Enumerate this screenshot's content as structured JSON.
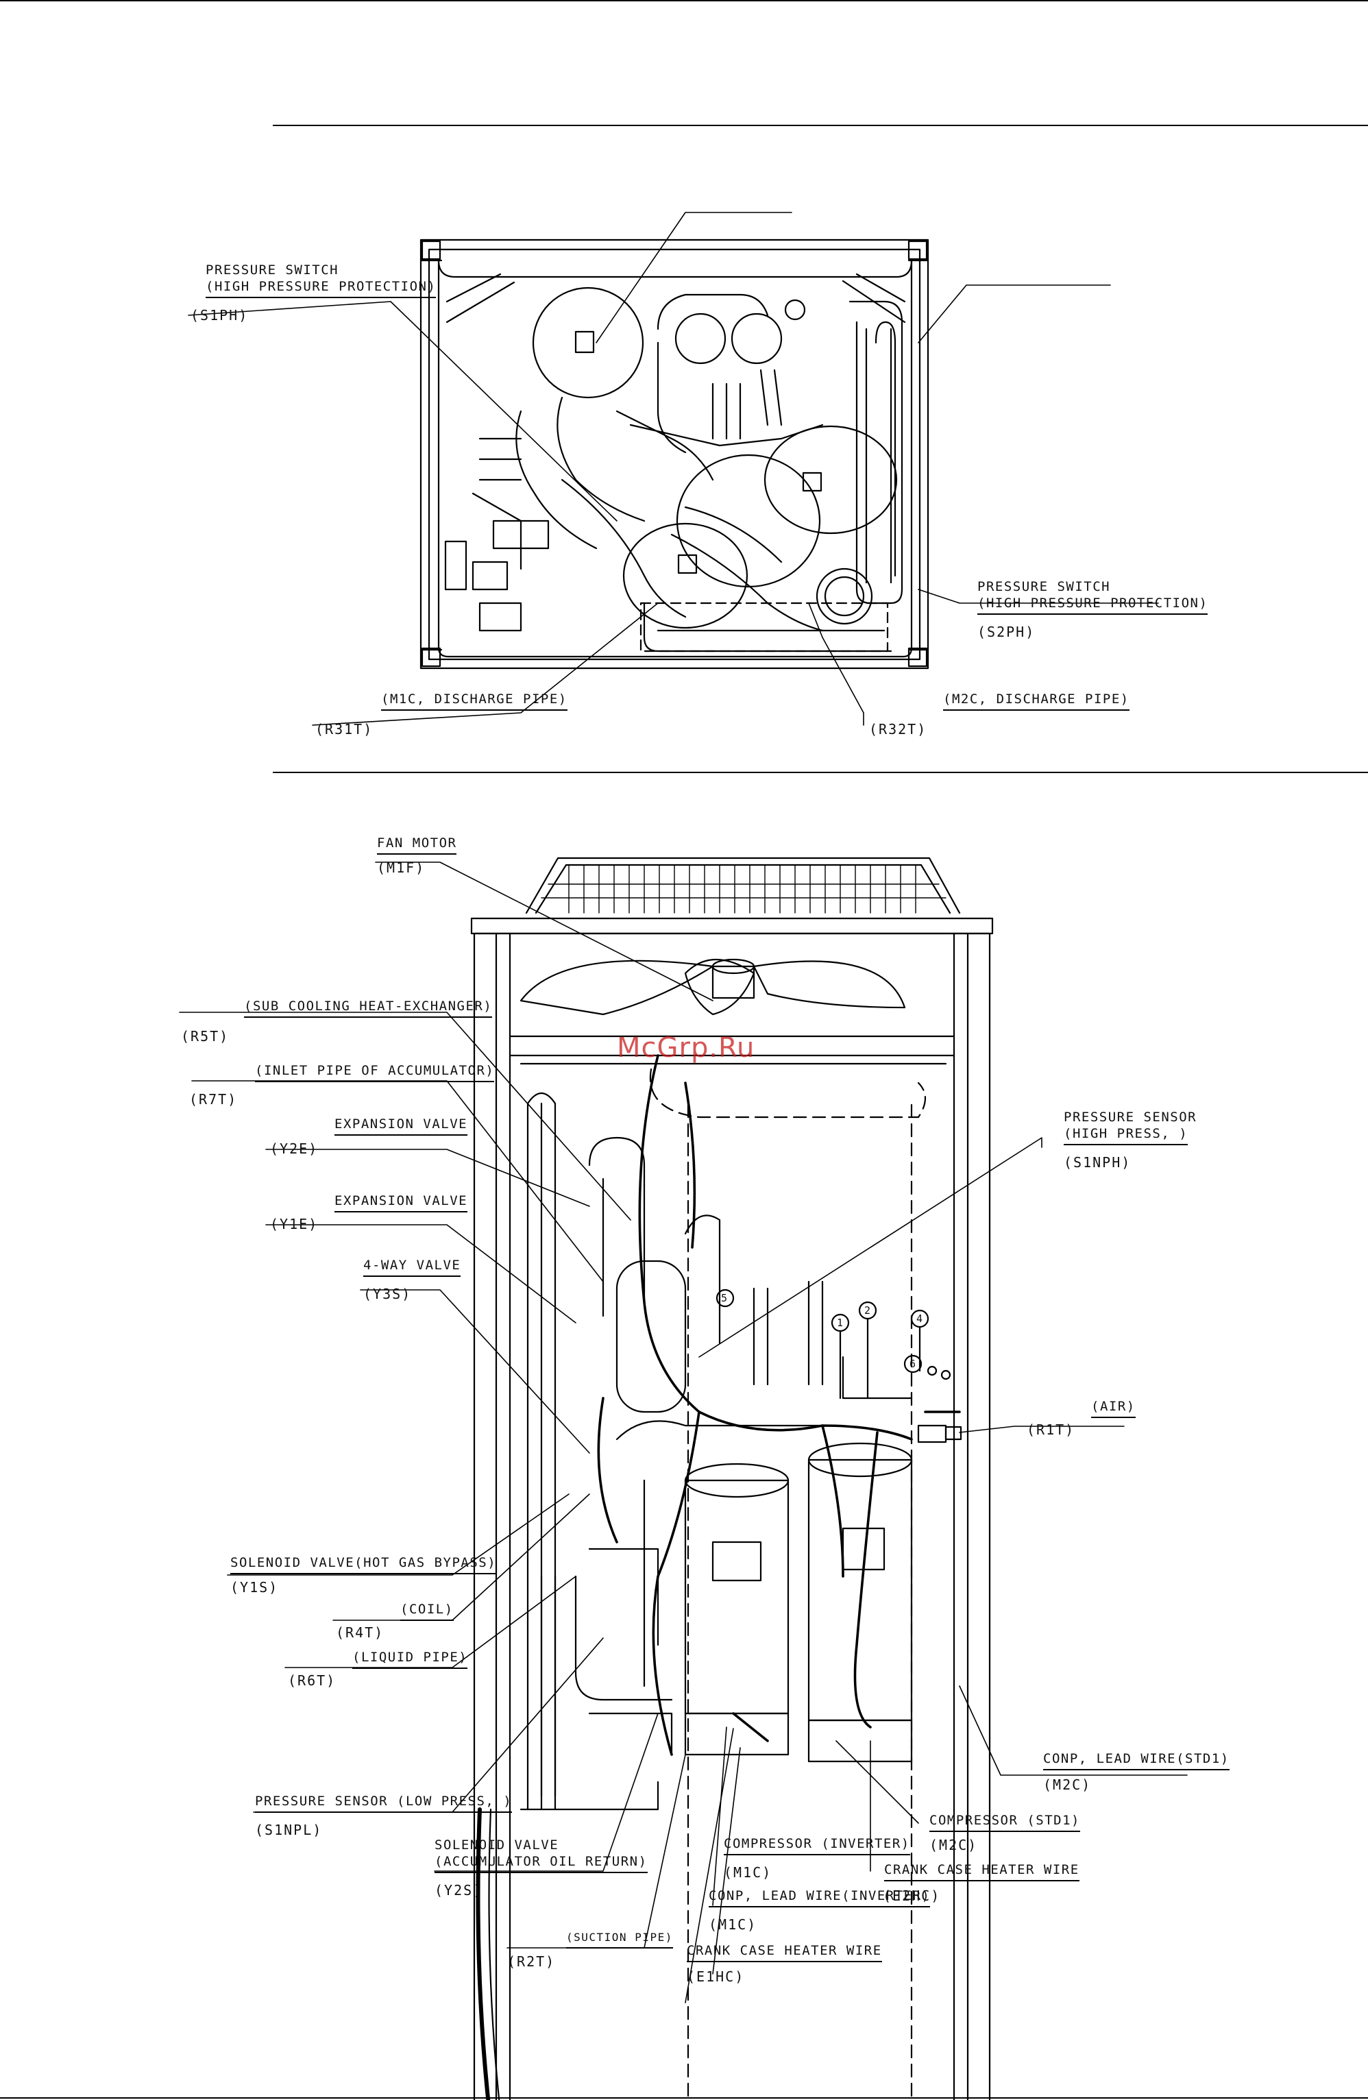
{
  "top_view": {
    "labels": {
      "s1ph_name": "PRESSURE SWITCH",
      "s1ph_desc": "(HIGH PRESSURE PROTECTION)",
      "s1ph_code": "(S1PH)",
      "s2ph_name": "PRESSURE SWITCH",
      "s2ph_desc": "(HIGH PRESSURE PROTECTION)",
      "s2ph_code": "(S2PH)",
      "r31t_desc": "(M1C, DISCHARGE PIPE)",
      "r31t_code": "(R31T)",
      "r32t_desc": "(M2C, DISCHARGE PIPE)",
      "r32t_code": "(R32T)"
    }
  },
  "front_view": {
    "labels": {
      "m1f_name": "FAN MOTOR",
      "m1f_code": "(M1F)",
      "r5t_desc": "(SUB COOLING HEAT-EXCHANGER)",
      "r5t_code": "(R5T)",
      "r7t_desc": "(INLET PIPE OF ACCUMULATOR)",
      "r7t_code": "(R7T)",
      "y2e_name": "EXPANSION VALVE",
      "y2e_code": "(Y2E)",
      "y1e_name": "EXPANSION VALVE",
      "y1e_code": "(Y1E)",
      "y3s_name": "4-WAY VALVE",
      "y3s_code": "(Y3S)",
      "s1nph_name": "PRESSURE SENSOR",
      "s1nph_desc": "(HIGH PRESS, )",
      "s1nph_code": "(S1NPH)",
      "r1t_desc": "(AIR)",
      "r1t_code": "(R1T)",
      "y1s_name": "SOLENOID VALVE(HOT GAS BYPASS)",
      "y1s_code": "(Y1S)",
      "r4t_desc": "(COIL)",
      "r4t_code": "(R4T)",
      "r6t_desc": "(LIQUID PIPE)",
      "r6t_code": "(R6T)",
      "s1npl_name": "PRESSURE SENSOR (LOW PRESS, )",
      "s1npl_code": "(S1NPL)",
      "y2s_name": "SOLENOID VALVE",
      "y2s_desc": "(ACCUMULATOR OIL RETURN)",
      "y2s_code": "(Y2S)",
      "r2t_desc": "(SUCTION PIPE)",
      "r2t_code": "(R2T)",
      "e1hc_name": "CRANK CASE HEATER WIRE",
      "e1hc_code": "(E1HC)",
      "m1c_lead_name": "CONP, LEAD WIRE(INVERTER)",
      "m1c_lead_code": "(M1C)",
      "m1c_name": "COMPRESSOR (INVERTER)",
      "m1c_code": "(M1C)",
      "e2hc_name": "CRANK CASE HEATER WIRE",
      "e2hc_code": "(E2HC)",
      "m2c_name": "COMPRESSOR (STD1)",
      "m2c_code": "(M2C)",
      "m2c_lead_name": "CONP, LEAD WIRE(STD1)",
      "m2c_lead_code": "(M2C)"
    },
    "circled_numbers": [
      "1",
      "2",
      "4",
      "5",
      "6"
    ]
  },
  "watermark": "McGrp.Ru"
}
